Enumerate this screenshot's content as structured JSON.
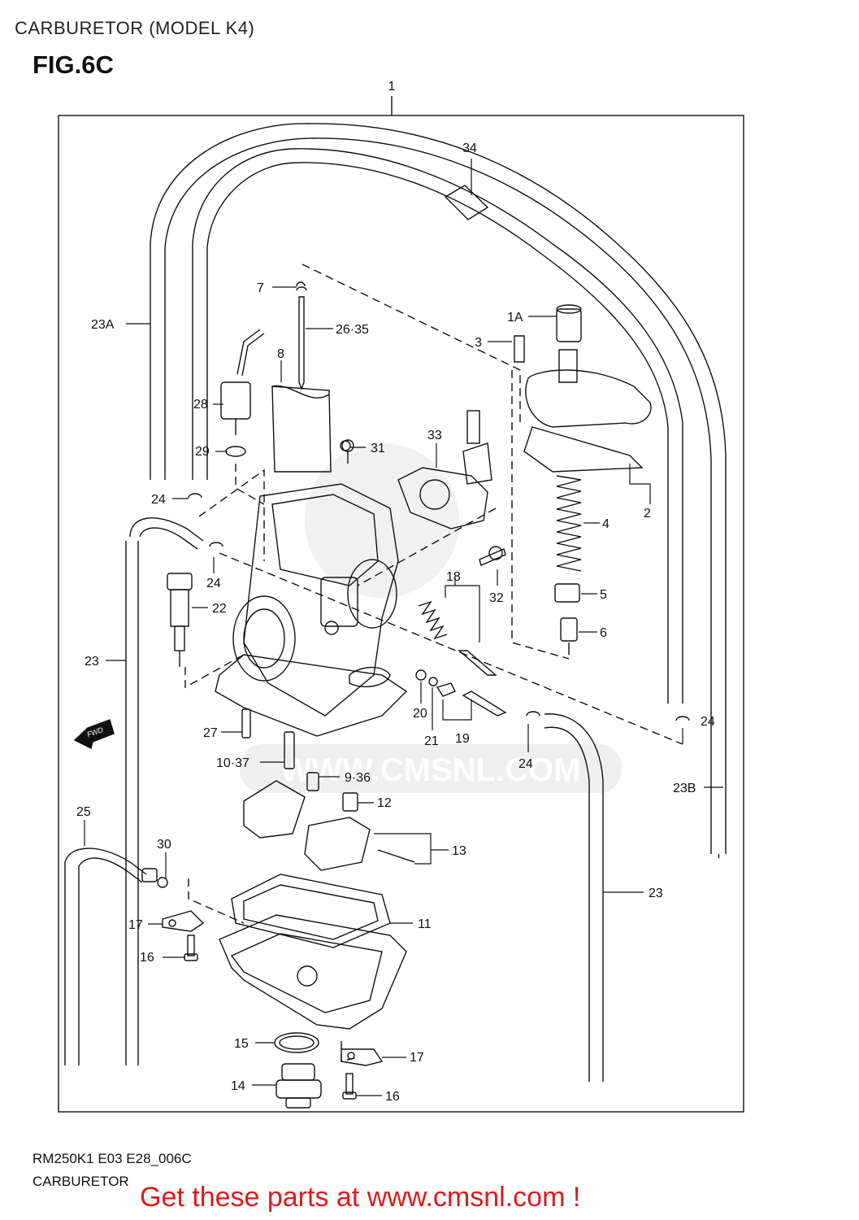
{
  "header": {
    "title": "CARBURETOR (MODEL K4)",
    "figure": "FIG.6C"
  },
  "callouts": {
    "c1": "1",
    "c34": "34",
    "c7": "7",
    "c26_35": "26·35",
    "c8": "8",
    "c1A": "1A",
    "c3": "3",
    "c23A": "23A",
    "c28": "28",
    "c29": "29",
    "c31": "31",
    "c33": "33",
    "c2": "2",
    "c24_a": "24",
    "c4": "4",
    "c24_b": "24",
    "c22": "22",
    "c18": "18",
    "c32": "32",
    "c5": "5",
    "c6": "6",
    "c23_a": "23",
    "c20": "20",
    "c21": "21",
    "c19": "19",
    "c24_c": "24",
    "c24_d": "24",
    "c27": "27",
    "c10_37": "10·37",
    "c9_36": "9·36",
    "c23B": "23B",
    "c12": "12",
    "c25": "25",
    "c13": "13",
    "c30": "30",
    "c23_b": "23",
    "c17_a": "17",
    "c11": "11",
    "c16_a": "16",
    "c15": "15",
    "c17_b": "17",
    "c14": "14",
    "c16_b": "16",
    "fwd": "FWD"
  },
  "watermark": "WWW.CMSNL.COM",
  "footer": {
    "code": "RM250K1 E03 E28_006C",
    "name": "CARBURETOR",
    "promo": "Get these parts at www.cmsnl.com !"
  },
  "colors": {
    "line": "#111111",
    "promo": "#d81e1e",
    "watermark": "#d9d9d9"
  }
}
